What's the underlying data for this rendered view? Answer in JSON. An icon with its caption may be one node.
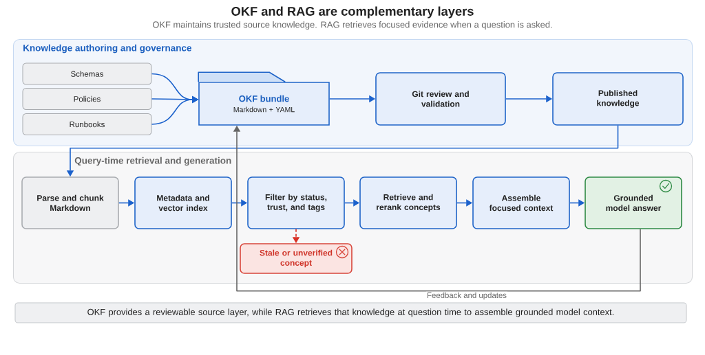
{
  "diagram": {
    "title": "OKF and RAG are complementary layers",
    "nodes": [
      {
        "text": [
          "Knowledge authoring and governance"
        ]
      },
      {
        "text": [
          "Schemas"
        ],
        "in": 0
      },
      {
        "text": [
          "Policies"
        ],
        "in": 0
      },
      {
        "text": [
          "Runbooks"
        ],
        "in": 0
      },
      {
        "text": [
          "OKF bundle",
          "Markdown + YAML"
        ],
        "in": 0
      },
      {
        "text": [
          "Git review and validation"
        ],
        "in": 0
      },
      {
        "text": [
          "Published knowledge"
        ],
        "in": 0
      },
      {
        "text": [
          "Query-time retrieval and generation"
        ]
      },
      {
        "text": [
          "Parse and chunk Markdown"
        ],
        "in": 7
      },
      {
        "text": [
          "Metadata and vector index"
        ],
        "in": 7
      },
      {
        "text": [
          "Filter by status, trust, and tags"
        ],
        "in": 7
      },
      {
        "text": [
          "Retrieve and rerank concepts"
        ],
        "in": 7
      },
      {
        "text": [
          "Assemble focused context"
        ],
        "in": 7
      },
      {
        "text": [
          "Grounded model answer"
        ],
        "in": 7
      },
      {
        "text": [
          "Stale or unverified concept"
        ],
        "in": 7
      },
      {
        "text": [
          "OKF provides a reviewable source layer, while RAG retrieves that knowledge at question time to assemble grounded model context."
        ]
      }
    ],
    "edges": [
      {
        "from": 1,
        "to": 4,
        "arrow": "to"
      },
      {
        "from": 2,
        "to": 4,
        "arrow": "to"
      },
      {
        "from": 3,
        "to": 4,
        "arrow": "to"
      },
      {
        "from": 4,
        "to": 5,
        "arrow": "to"
      },
      {
        "from": 5,
        "to": 6,
        "arrow": "to"
      },
      {
        "from": 6,
        "to": 8,
        "arrow": "to"
      },
      {
        "from": 8,
        "to": 9,
        "arrow": "to"
      },
      {
        "from": 9,
        "to": 10,
        "arrow": "to"
      },
      {
        "from": 10,
        "to": 11,
        "arrow": "to"
      },
      {
        "from": 11,
        "to": 12,
        "arrow": "to"
      },
      {
        "from": 12,
        "to": 13,
        "arrow": "to"
      },
      {
        "from": 10,
        "to": 14,
        "arrow": "to",
        "style": "dashed",
        "color": "#d93025"
      },
      {
        "from": 13,
        "to": 4,
        "arrow": "to",
        "label": "Feedback and updates",
        "color": "#666666"
      }
    ],
    "labels": [
      "OKF maintains trusted source knowledge. RAG retrieves focused evidence when a question is asked."
    ]
  }
}
